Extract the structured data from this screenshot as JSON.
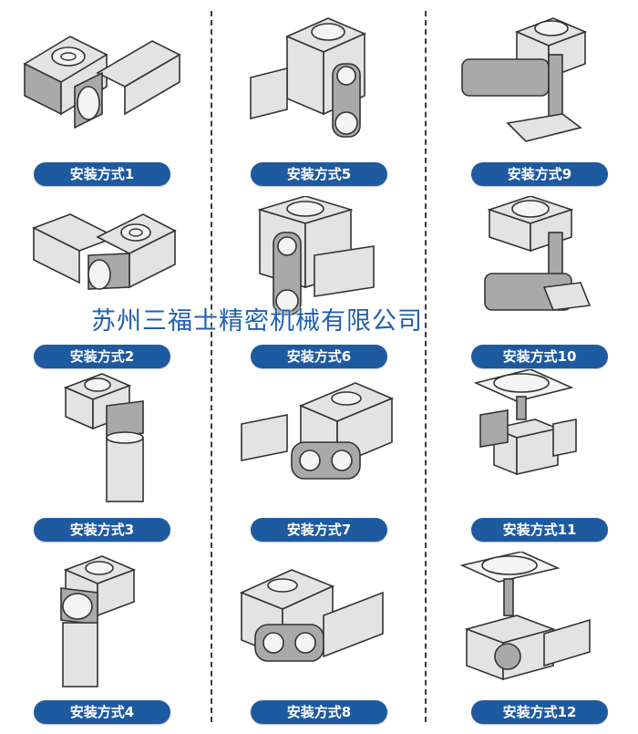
{
  "labels": [
    "安装方式1",
    "安装方式2",
    "安装方式3",
    "安装方式4",
    "安装方式5",
    "安装方式6",
    "安装方式7",
    "安装方式8",
    "安装方式9",
    "安装方式10",
    "安装方式11",
    "安装方式12"
  ],
  "watermark": "苏州三福士精密机械有限公司",
  "colors": {
    "label_bg": "#1e5aa0",
    "watermark": "#1f5fb0",
    "divider": "#3a3a3a"
  }
}
